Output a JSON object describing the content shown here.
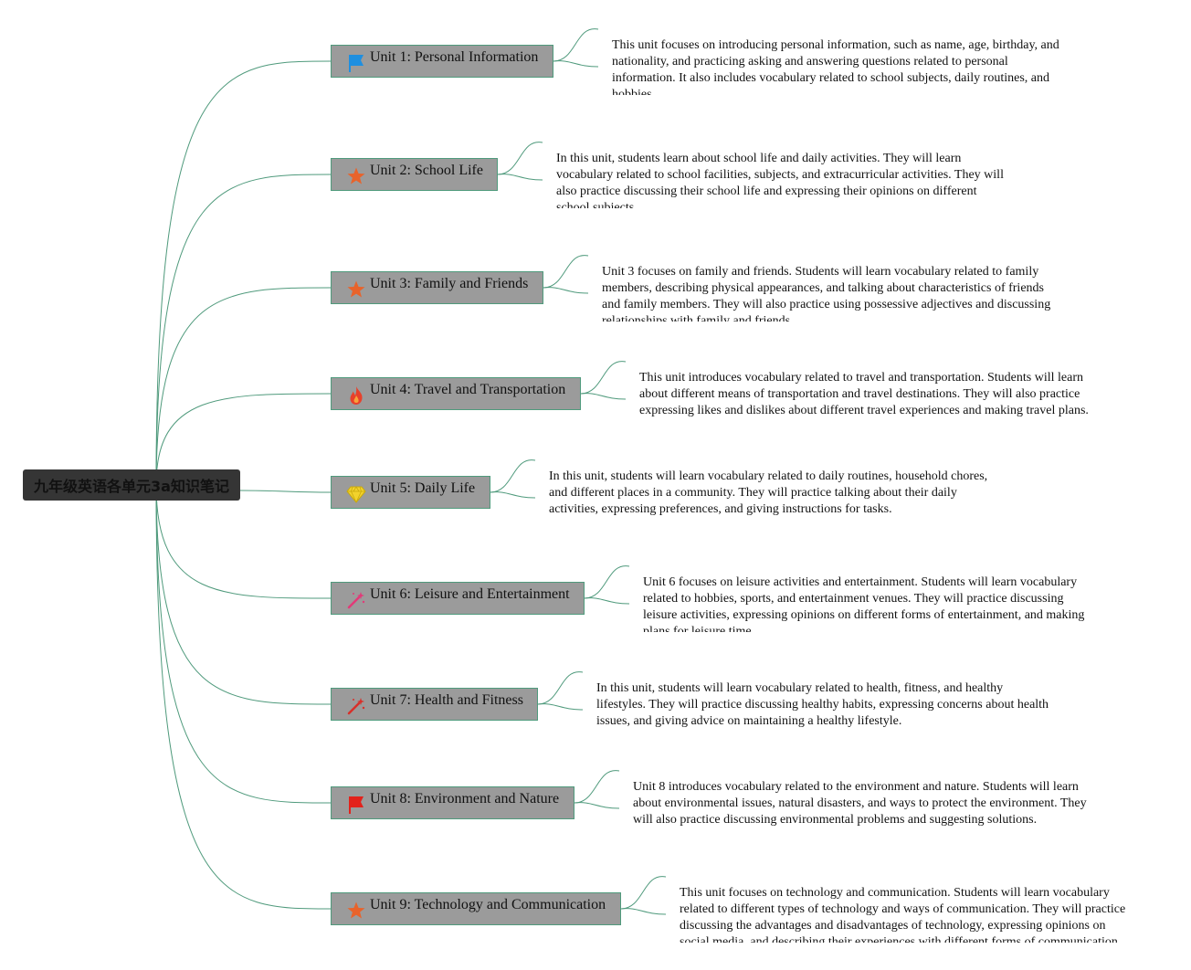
{
  "root": {
    "title": "九年级英语各单元3a知识笔记"
  },
  "colors": {
    "link": "#4f9a7c",
    "node_bg": "#9b9b9b",
    "root_bg": "#353535"
  },
  "units": [
    {
      "title": "Unit 1: Personal Information",
      "icon": "flag-blue-icon",
      "desc": "This unit focuses on introducing personal information, such as name, age, birthday, and nationality, and practicing asking and answering questions related to personal information. It also includes vocabulary related to school subjects, daily routines, and hobbies."
    },
    {
      "title": "Unit 2: School Life",
      "icon": "star-icon",
      "desc": "In this unit, students learn about school life and daily activities. They will learn vocabulary related to school facilities, subjects, and extracurricular activities. They will also practice discussing their school life and expressing their opinions on different school subjects."
    },
    {
      "title": "Unit 3: Family and Friends",
      "icon": "star-icon",
      "desc": "Unit 3 focuses on family and friends. Students will learn vocabulary related to family members, describing physical appearances, and talking about characteristics of friends and family members. They will also practice using possessive adjectives and discussing relationships with family and friends."
    },
    {
      "title": "Unit 4: Travel and Transportation",
      "icon": "fire-icon",
      "desc": "This unit introduces vocabulary related to travel and transportation. Students will learn about different means of transportation and travel destinations. They will also practice expressing likes and dislikes about different travel experiences and making travel plans."
    },
    {
      "title": "Unit 5: Daily Life",
      "icon": "diamond-icon",
      "desc": "In this unit, students will learn vocabulary related to daily routines, household chores, and different places in a community. They will practice talking about their daily activities, expressing preferences, and giving instructions for tasks."
    },
    {
      "title": "Unit 6: Leisure and Entertainment",
      "icon": "magic-wand-pink-icon",
      "desc": "Unit 6 focuses on leisure activities and entertainment. Students will learn vocabulary related to hobbies, sports, and entertainment venues. They will practice discussing leisure activities, expressing opinions on different forms of entertainment, and making plans for leisure time."
    },
    {
      "title": "Unit 7: Health and Fitness",
      "icon": "magic-wand-red-icon",
      "desc": "In this unit, students will learn vocabulary related to health, fitness, and healthy lifestyles. They will practice discussing healthy habits, expressing concerns about health issues, and giving advice on maintaining a healthy lifestyle."
    },
    {
      "title": "Unit 8: Environment and Nature",
      "icon": "flag-red-icon",
      "desc": "Unit 8 introduces vocabulary related to the environment and nature. Students will learn about environmental issues, natural disasters, and ways to protect the environment. They will also practice discussing environmental problems and suggesting solutions."
    },
    {
      "title": "Unit 9: Technology and Communication",
      "icon": "star-icon",
      "desc": "This unit focuses on technology and communication. Students will learn vocabulary related to different types of technology and ways of communication. They will practice discussing the advantages and disadvantages of technology, expressing opinions on social media, and describing their experiences with different forms of communication."
    }
  ]
}
